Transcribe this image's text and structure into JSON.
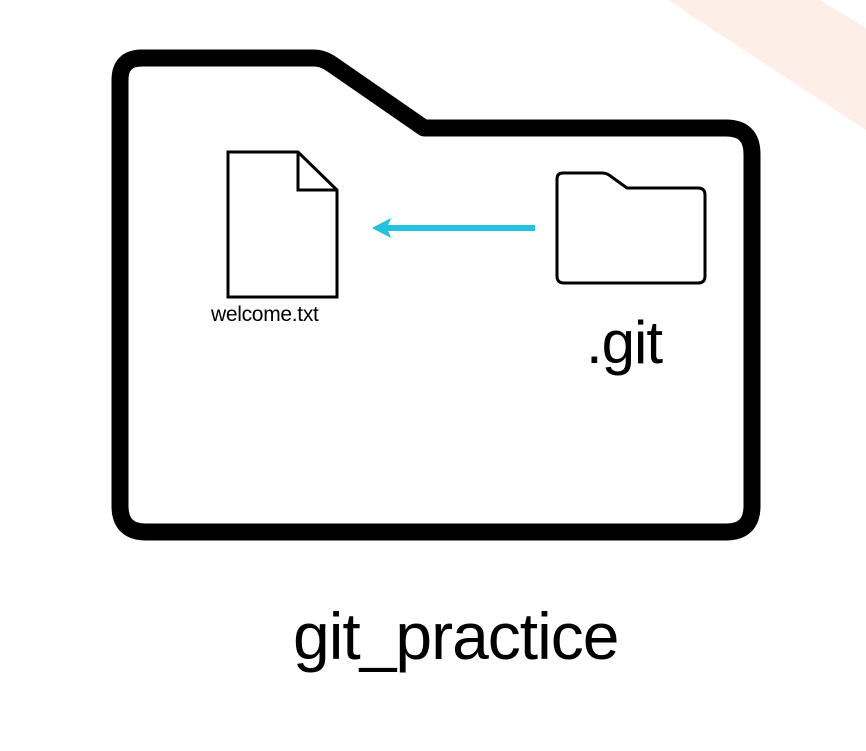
{
  "diagram": {
    "container_folder": {
      "icon": "folder-icon",
      "label": "git_practice"
    },
    "file": {
      "icon": "file-icon",
      "label": "welcome.txt"
    },
    "git_folder": {
      "icon": "folder-icon",
      "label": ".git"
    },
    "arrow": {
      "icon": "arrow-left-icon",
      "direction": "from .git to welcome.txt",
      "color": "#22c3dc"
    },
    "colors": {
      "outline": "#000000",
      "background": "#ffffff",
      "corner_accent": "#fdeee8"
    }
  }
}
